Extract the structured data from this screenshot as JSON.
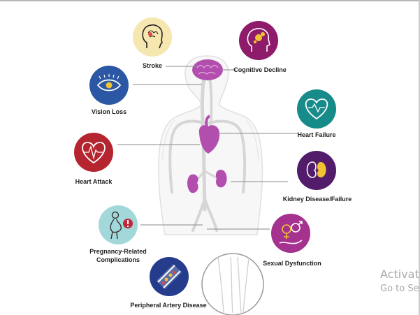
{
  "conditions": {
    "stroke": "Stroke",
    "cognitive": "Cognitive Decline",
    "vision": "Vision Loss",
    "heart_failure": "Heart Failure",
    "heart_attack": "Heart Attack",
    "kidney": "Kidney Disease/Failure",
    "pregnancy_line1": "Pregnancy-Related",
    "pregnancy_line2": "Complications",
    "sexual": "Sexual Dysfunction",
    "pad": "Peripheral Artery Disease"
  },
  "icon_names": {
    "stroke": "brain-head-icon",
    "cognitive": "head-puzzle-icon",
    "vision": "eye-icon",
    "heart_failure": "heart-pulse-icon",
    "heart_attack": "heart-ecg-icon",
    "kidney": "kidneys-icon",
    "pregnancy": "pregnant-woman-icon",
    "sexual": "gender-hand-icon",
    "pad": "artery-plaque-icon"
  },
  "colors": {
    "stroke": "#f6e7b0",
    "cognitive": "#8e1c6a",
    "vision": "#2b57a4",
    "heart_failure": "#178a8a",
    "heart_attack": "#b5252f",
    "kidney": "#521c6b",
    "pregnancy": "#a3d8da",
    "sexual": "#a6328f",
    "pad": "#253c8c",
    "organ": "#b24fae",
    "body": "#e2e2e2"
  },
  "watermark": {
    "line1": "Activat",
    "line2": "Go to Se"
  }
}
